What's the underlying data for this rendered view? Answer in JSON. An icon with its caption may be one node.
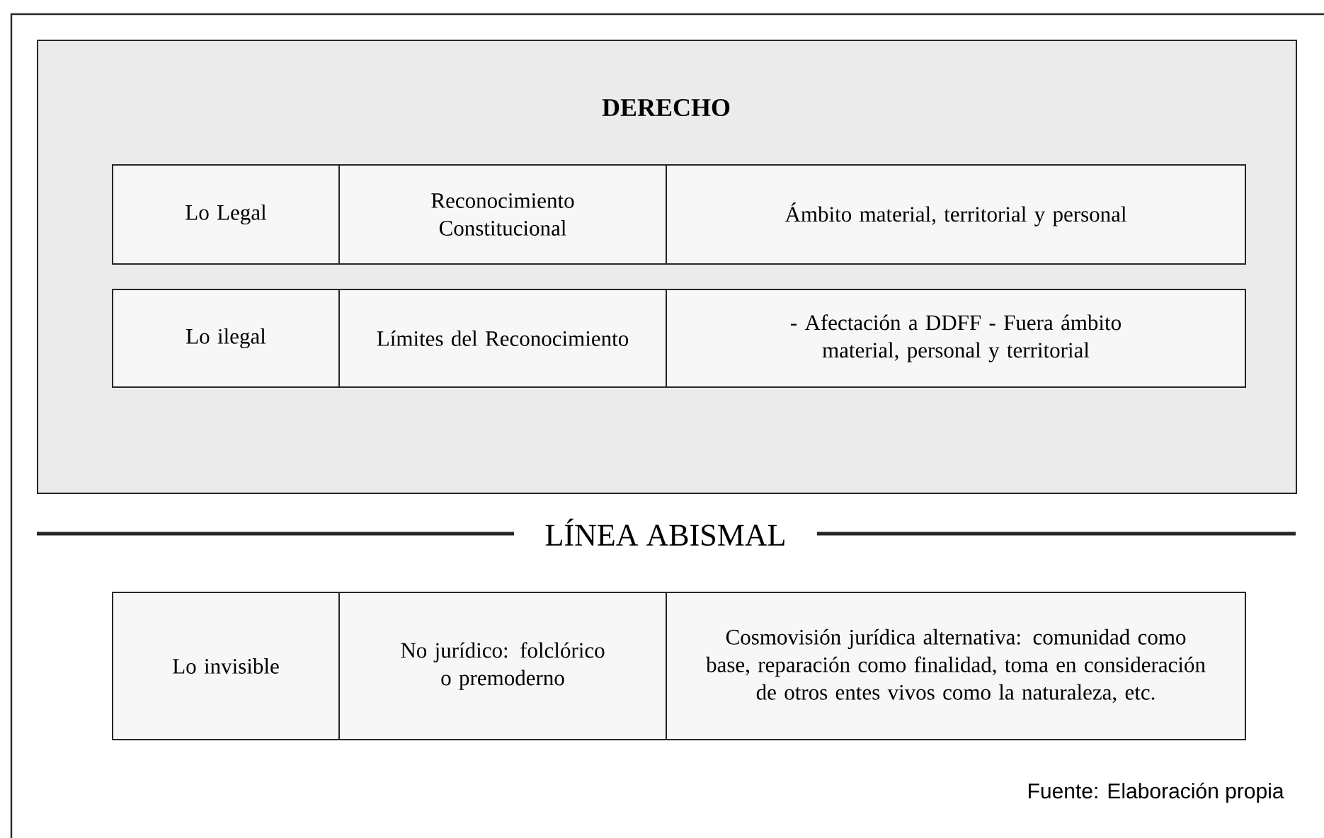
{
  "diagram": {
    "caption": "Fuente: Elaboración propia",
    "nodes": [
      {
        "text": [
          "DERECHO"
        ]
      },
      {
        "text": [
          "Lo Legal"
        ],
        "in": 0
      },
      {
        "text": [
          "Reconocimiento Constitucional"
        ],
        "in": 0
      },
      {
        "text": [
          "Ámbito material, territorial y personal"
        ],
        "in": 0
      },
      {
        "text": [
          "Lo ilegal"
        ],
        "in": 0
      },
      {
        "text": [
          "Límites del Reconocimiento"
        ],
        "in": 0
      },
      {
        "text": [
          "- Afectación a DDFF - Fuera ámbito material, personal y territorial"
        ],
        "in": 0
      },
      {
        "text": [
          "Lo invisible"
        ]
      },
      {
        "text": [
          "No jurídico: folclórico o premoderno"
        ]
      },
      {
        "text": [
          "Cosmovisión jurídica alternativa: comunidad como base, reparación como finalidad, toma en consideración de otros entes vivos como la naturaleza, etc."
        ]
      }
    ],
    "labels": [
      "LÍNEA ABISMAL"
    ]
  }
}
